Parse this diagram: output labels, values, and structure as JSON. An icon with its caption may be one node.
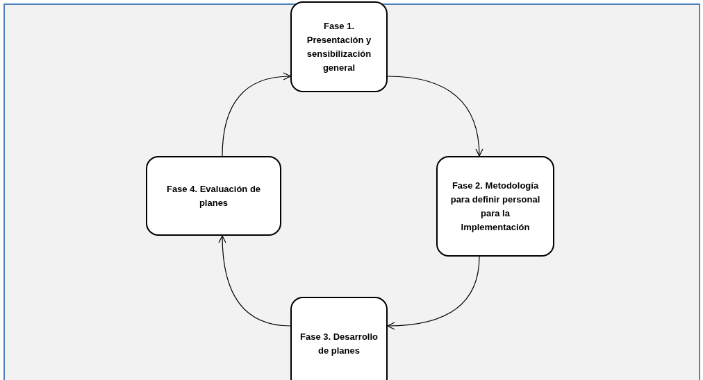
{
  "diagram": {
    "nodes": [
      {
        "text": [
          "Fase 1. Presentación y sensibilización general"
        ]
      },
      {
        "text": [
          "Fase 2. Metodología para definir personal para la Implementación"
        ]
      },
      {
        "text": [
          "Fase 3. Desarrollo de planes"
        ]
      },
      {
        "text": [
          "Fase 4. Evaluación de planes"
        ]
      }
    ],
    "edges": [
      {
        "from": 0,
        "to": 1,
        "arrow": "to"
      },
      {
        "from": 1,
        "to": 2,
        "arrow": "to"
      },
      {
        "from": 2,
        "to": 3,
        "arrow": "to"
      },
      {
        "from": 3,
        "to": 0,
        "arrow": "to"
      }
    ]
  }
}
